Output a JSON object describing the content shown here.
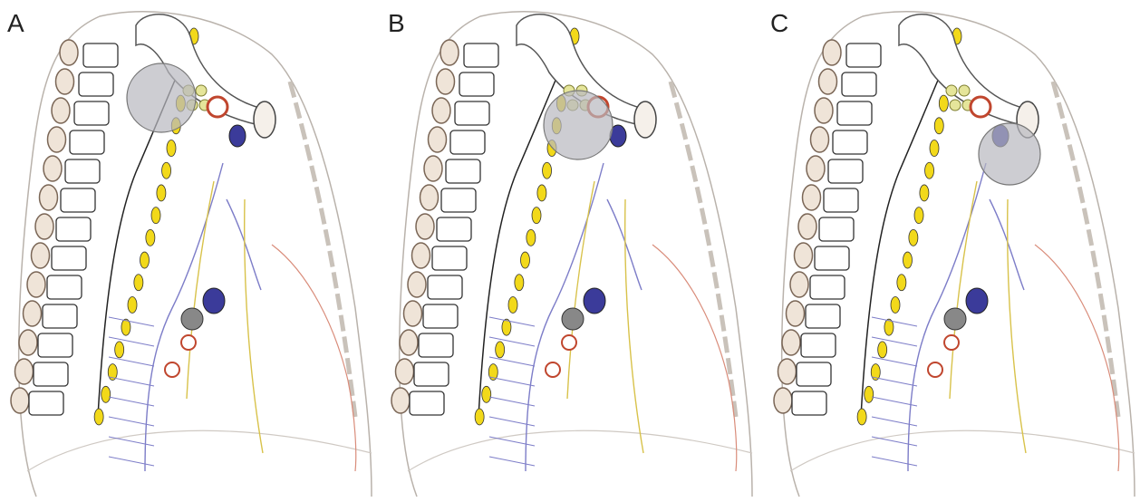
{
  "panels": [
    {
      "label": "A",
      "tumor_position": "apex-posterior"
    },
    {
      "label": "B",
      "tumor_position": "apex-middle"
    },
    {
      "label": "C",
      "tumor_position": "apex-anterior"
    }
  ],
  "colors": {
    "bone_outline": "#7a6656",
    "vertebra_fill": "#ffffff",
    "nerve_yellow": "#f2d91a",
    "artery_red": "#c0462e",
    "vein_blue": "#3b3b9a",
    "vessel_blue_light": "#7d7dc8",
    "tumor_gray": "#b8b8bf",
    "outline_gray": "#b9b2ab"
  }
}
